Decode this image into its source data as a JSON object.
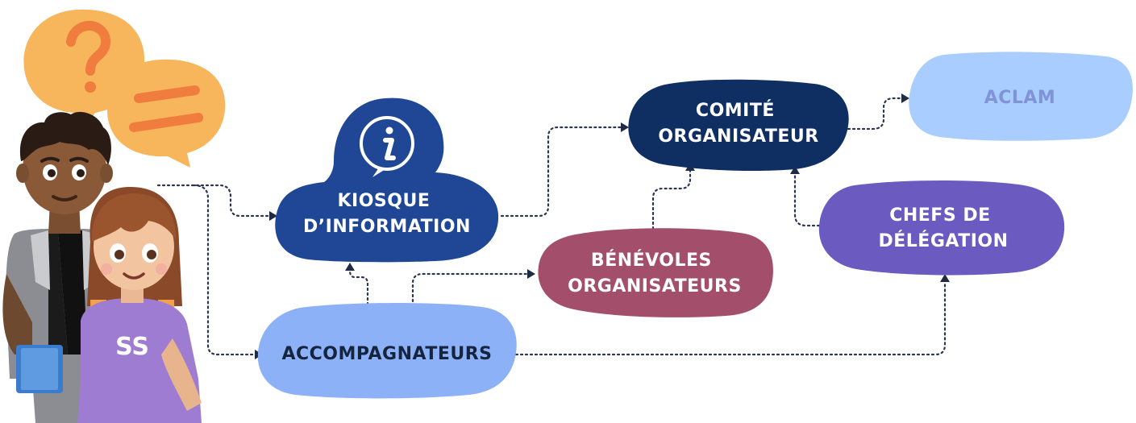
{
  "nodes": {
    "kiosque": {
      "line1": "KIOSQUE",
      "line2": "D’INFORMATION",
      "color": "#1f4796"
    },
    "comite": {
      "line1": "COMITÉ",
      "line2": "ORGANISATEUR",
      "color": "#0f2f63"
    },
    "aclam": {
      "line1": "ACLAM",
      "color": "#aacdff",
      "text_color": "#7f93d6"
    },
    "benevoles": {
      "line1": "BÉNÉVOLES",
      "line2": "ORGANISATEURS",
      "color": "#a34f6c"
    },
    "chefs": {
      "line1": "CHEFS DE",
      "line2": "DÉLÉGATION",
      "color": "#6b5bc0"
    },
    "accompagnateurs": {
      "line1": "ACCOMPAGNATEURS",
      "color": "#8db1f7",
      "text_color": "#16253f"
    }
  },
  "icons": {
    "info": "info-icon",
    "question": "question-mark-icon",
    "equals": "equals-icon"
  },
  "colors": {
    "bubble_orange": "#f7b55c",
    "bubble_accent": "#f07d3e",
    "connector": "#2a3550"
  }
}
